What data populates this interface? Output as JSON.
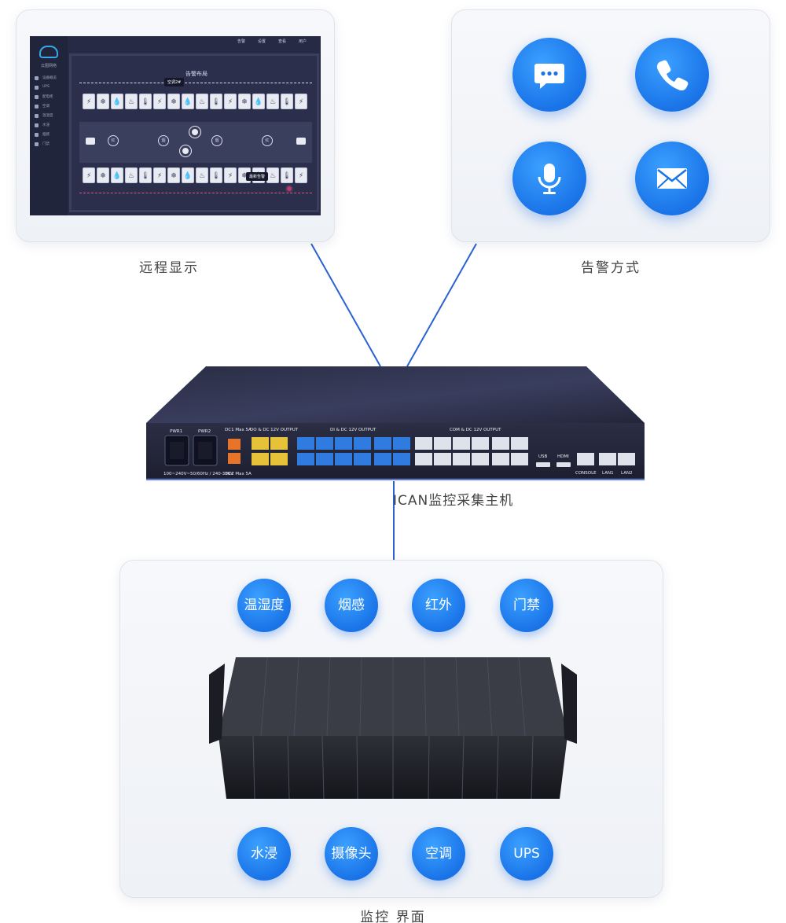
{
  "remote_display": {
    "caption": "远程显示",
    "screen": {
      "app_name": "云图网络",
      "nav_items": [
        "设备概览",
        "UPS",
        "配电柜",
        "空调",
        "温湿度",
        "水浸",
        "烟感",
        "门禁"
      ],
      "top_items": [
        "告警",
        "设置",
        "查看",
        "用户"
      ],
      "panel_title": "告警布局",
      "tooltip_top": "空调2#",
      "tooltip_bottom": "最新告警",
      "sensor_labels": [
        "红",
        "烟",
        "烟",
        "红"
      ]
    }
  },
  "alarm_methods": {
    "caption": "告警方式",
    "icons": [
      "chat-icon",
      "phone-icon",
      "microphone-icon",
      "mail-icon"
    ],
    "color": "#1a74e8"
  },
  "device": {
    "label": "ICAN监控采集主机",
    "port_labels": {
      "pwr1": "PWR1",
      "pwr2": "PWR2",
      "voltage": "100~240V~50/60Hz / 240-336V",
      "dc1": "DC1 Max 5A",
      "dc2": "DC2 Max 5A",
      "do_group": "DO & DC 12V OUTPUT",
      "di_group": "DI & DC 12V OUTPUT",
      "com_group": "COM & DC 12V OUTPUT",
      "usb": "USB",
      "hdmi": "HDMI",
      "console": "CONSOLE",
      "lan1": "LAN1",
      "lan2": "LAN2"
    }
  },
  "monitoring": {
    "caption": "监控 界面",
    "top_items": [
      "温湿度",
      "烟感",
      "红外",
      "门禁"
    ],
    "bottom_items": [
      "水浸",
      "摄像头",
      "空调",
      "UPS"
    ]
  }
}
